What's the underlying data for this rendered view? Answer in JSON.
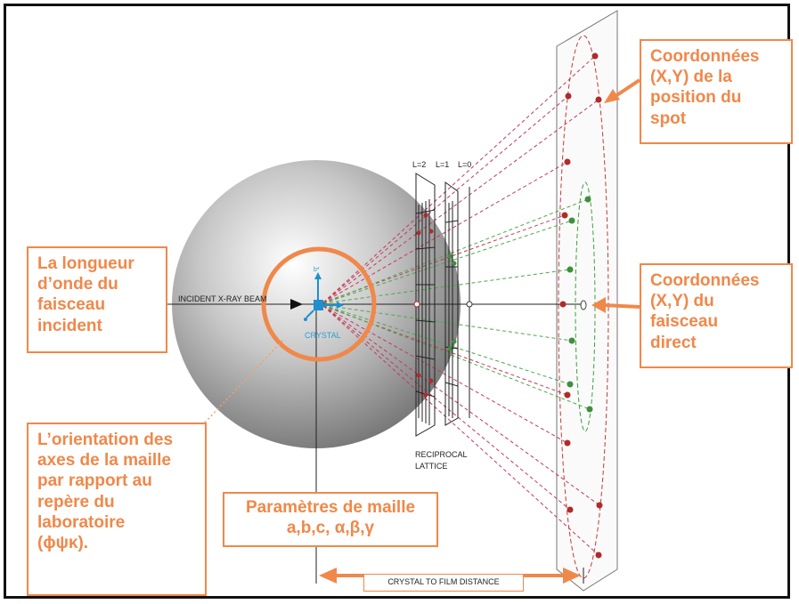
{
  "boxes": {
    "spot_coords": [
      "Coordonnées",
      "(X,Y) de la",
      "position du",
      "spot"
    ],
    "wavelength": [
      "La longueur",
      "d’onde du",
      "faisceau",
      "incident"
    ],
    "beam_coords": [
      "Coordonnées",
      "(X,Y) du",
      "faisceau",
      "direct"
    ],
    "orientation": [
      "L’orientation des",
      "axes de la maille",
      "par rapport au",
      "repère du",
      "laboratoire",
      "(ϕψκ)."
    ],
    "cell_params": [
      "Paramètres de maille",
      "a,b,c, α,β,γ"
    ]
  },
  "labels": {
    "beam": "INCIDENT X-RAY BEAM",
    "crystal": "CRYSTAL",
    "layers": [
      "L=2",
      "L=1",
      "L=0"
    ],
    "reciprocal": [
      "RECIPROCAL",
      "LATTICE"
    ],
    "distance": "CRYSTAL TO FILM DISTANCE",
    "axis_b": "b*"
  },
  "colors": {
    "accent": "#f0884a",
    "red_spots": "#b02a2a",
    "green_spots": "#3e8f3e",
    "crystal": "#2a9fd6"
  }
}
